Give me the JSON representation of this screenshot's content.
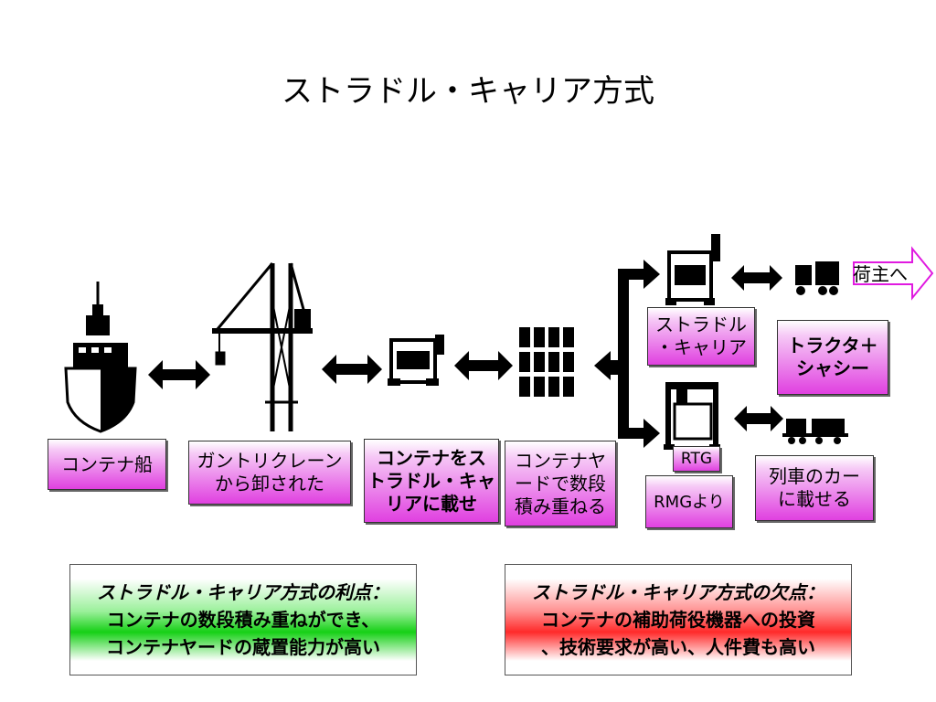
{
  "title": "ストラドル・キャリア方式",
  "labels": {
    "ship": "コンテナ船",
    "gantry": "ガントリクレーン\nから卸された",
    "load_straddle": "コンテナをス\nトラドル・キャ\nリアに載せ",
    "stack": "コンテナヤ\nードで数段\n積み重ねる",
    "straddle": "ストラドル\n・キャリア",
    "tractor": "トラクタ＋\nシャシー",
    "rtg": "RTG",
    "rmg": "RMGより",
    "train": "列車のカー\nに載せる",
    "shipper": "荷主へ"
  },
  "advantage": {
    "heading": "ストラドル・キャリア方式の利点：",
    "line1": "コンテナの数段積み重ねができ、",
    "line2": "コンテナヤードの蔵置能力が高い"
  },
  "disadvantage": {
    "heading": "ストラドル・キャリア方式の欠点：",
    "line1": "コンテナの補助荷役機器への投資",
    "line2": "、技術要求が高い、人件費も高い"
  }
}
